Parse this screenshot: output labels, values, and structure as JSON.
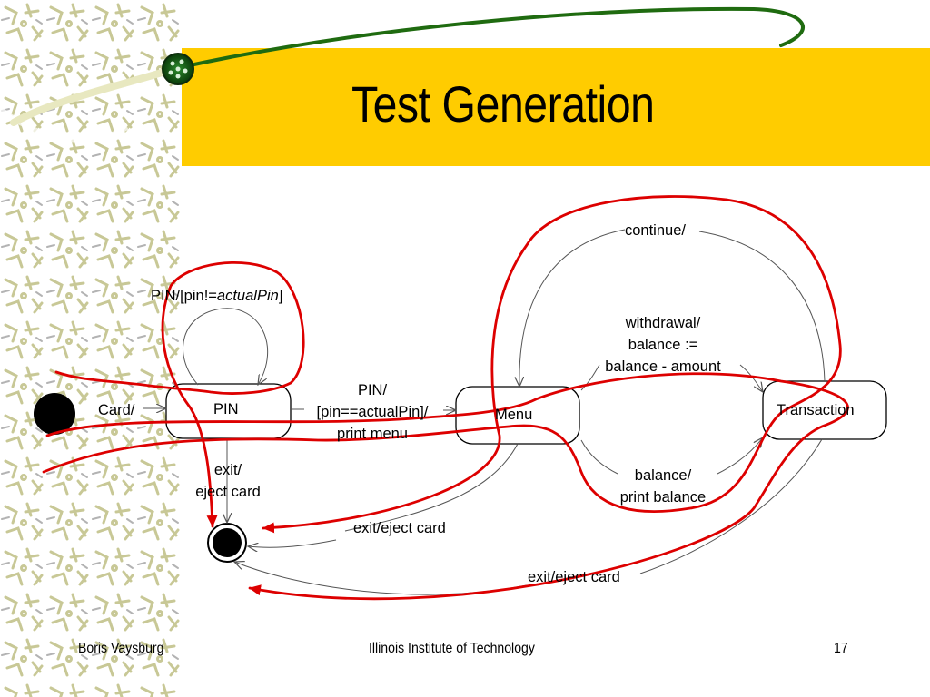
{
  "slide": {
    "title": "Test Generation"
  },
  "diagram": {
    "states": {
      "pin": "PIN",
      "menu": "Menu",
      "transaction": "Transaction"
    },
    "transitions": {
      "card": "Card/",
      "pin_wrong_prefix": "PIN/[pin!=",
      "pin_wrong_var": "actualPin",
      "pin_wrong_suffix": "]",
      "pin_ok": [
        "PIN/",
        "[pin==actualPin]/",
        "print menu"
      ],
      "exit_pin": [
        "exit/",
        "eject card"
      ],
      "continue": "continue/",
      "withdrawal": [
        "withdrawal/",
        "balance :=",
        "balance - amount"
      ],
      "balance": [
        "balance/",
        "print balance"
      ],
      "exit_menu": "exit/eject card",
      "exit_transaction": "exit/eject card"
    }
  },
  "footer": {
    "author": "Boris Vaysburg",
    "institution": "Illinois Institute of Technology",
    "page": "17"
  },
  "colors": {
    "title_band": "#ffcc00",
    "test_path": "#dd0000",
    "swoosh": "#1f6b10",
    "pattern": "#c8c896"
  }
}
